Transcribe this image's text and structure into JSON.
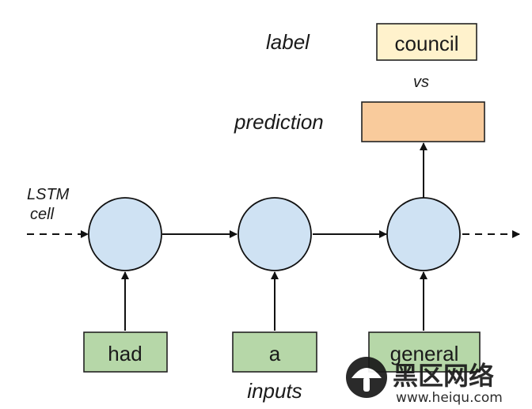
{
  "labels": {
    "label": "label",
    "vs": "vs",
    "prediction": "prediction",
    "lstm_line1": "LSTM",
    "lstm_line2": "cell",
    "inputs": "inputs"
  },
  "boxes": {
    "label_word": "council",
    "inputs": [
      "had",
      "a",
      "general"
    ]
  },
  "watermark": {
    "name": "黑区网络",
    "url": "www.heiqu.com"
  },
  "colors": {
    "cell_fill": "#cfe2f3",
    "input_fill": "#b6d7a8",
    "label_fill": "#fff2cc",
    "prediction_fill": "#f9cb9c"
  }
}
